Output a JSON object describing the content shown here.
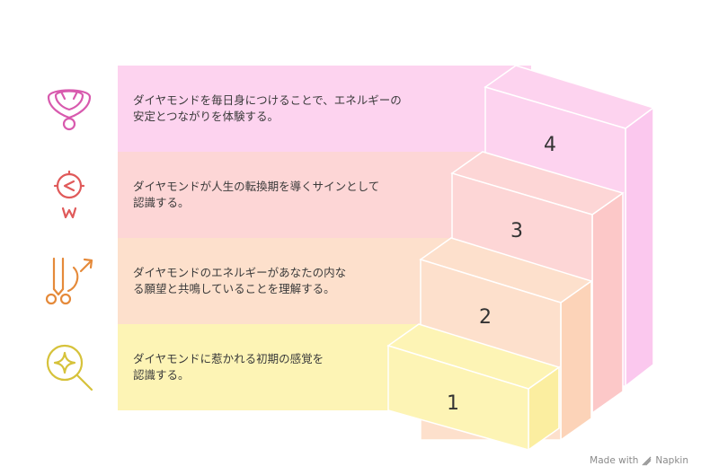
{
  "steps": [
    {
      "number": "1",
      "text": "ダイヤモンドに惹かれる初期の感覚を\n認識する。",
      "icon": "magnifier-sparkle-icon",
      "color": "#fdf4b5",
      "icon_color": "#d6c23a"
    },
    {
      "number": "2",
      "text": "ダイヤモンドのエネルギーがあなたの内な\nる願望と共鳴していることを理解する。",
      "icon": "tuning-fork-arrow-icon",
      "color": "#fde0cc",
      "icon_color": "#e58a3a"
    },
    {
      "number": "3",
      "text": "ダイヤモンドが人生の転換期を導くサインとして\n認識する。",
      "icon": "compass-icon",
      "color": "#fdd6d6",
      "icon_color": "#e05a5a"
    },
    {
      "number": "4",
      "text": "ダイヤモンドを毎日身につけることで、エネルギーの\n安定とつながりを体験する。",
      "icon": "necklace-icon",
      "color": "#fdd3ef",
      "icon_color": "#d85aae"
    }
  ],
  "footer": {
    "made_with": "Made with",
    "brand": "Napkin"
  }
}
